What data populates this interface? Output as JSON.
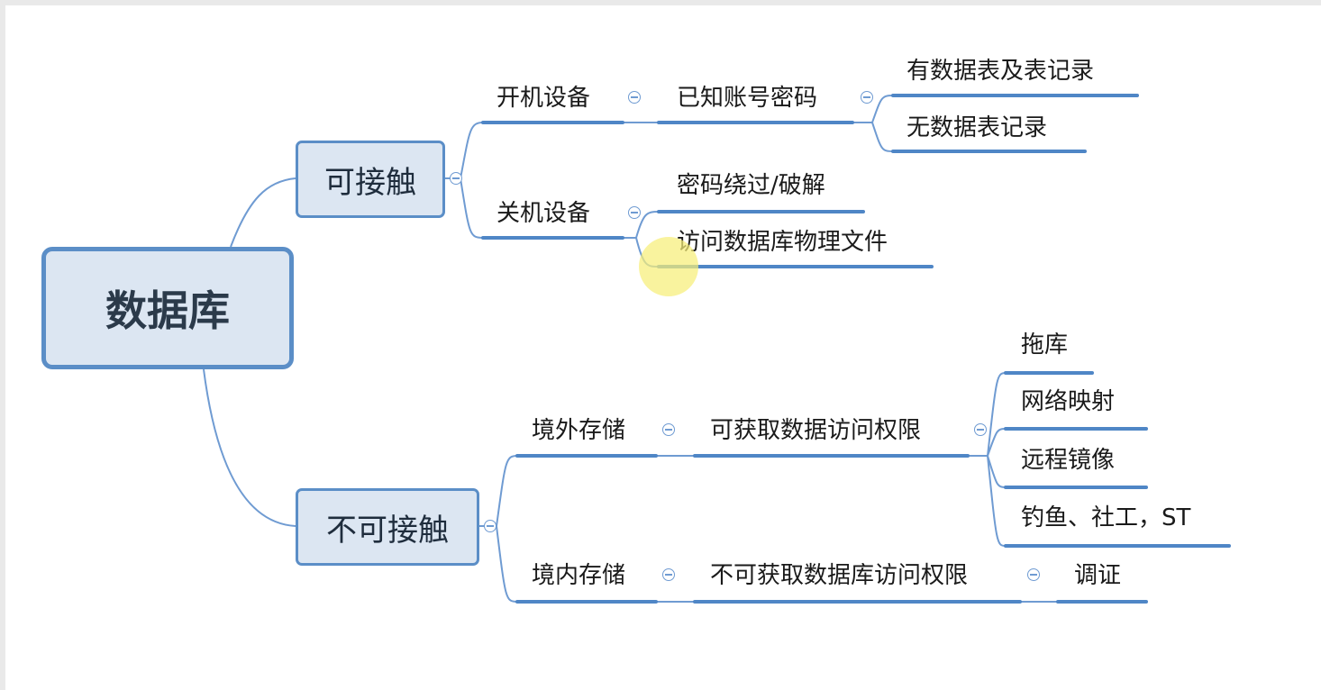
{
  "mindmap": {
    "root": "数据库",
    "contact": {
      "label": "可接触",
      "powered_on": {
        "label": "开机设备",
        "known_credentials": {
          "label": "已知账号密码",
          "children": [
            "有数据表及表记录",
            "无数据表记录"
          ]
        }
      },
      "powered_off": {
        "label": "关机设备",
        "children": [
          "密码绕过/破解",
          "访问数据库物理文件"
        ]
      }
    },
    "non_contact": {
      "label": "不可接触",
      "overseas": {
        "label": "境外存储",
        "access": {
          "label": "可获取数据访问权限",
          "children": [
            "拖库",
            "网络映射",
            "远程镜像",
            "钓鱼、社工，ST"
          ]
        }
      },
      "domestic": {
        "label": "境内存储",
        "no_access": {
          "label": "不可获取数据库访问权限",
          "children": [
            "调证"
          ]
        }
      }
    }
  },
  "colors": {
    "line": "#6f9bd2",
    "underline": "#4f86c6",
    "node_fill": "#dce6f2",
    "node_border": "#5b8ec7",
    "cursor_highlight": "#f6ee78"
  }
}
